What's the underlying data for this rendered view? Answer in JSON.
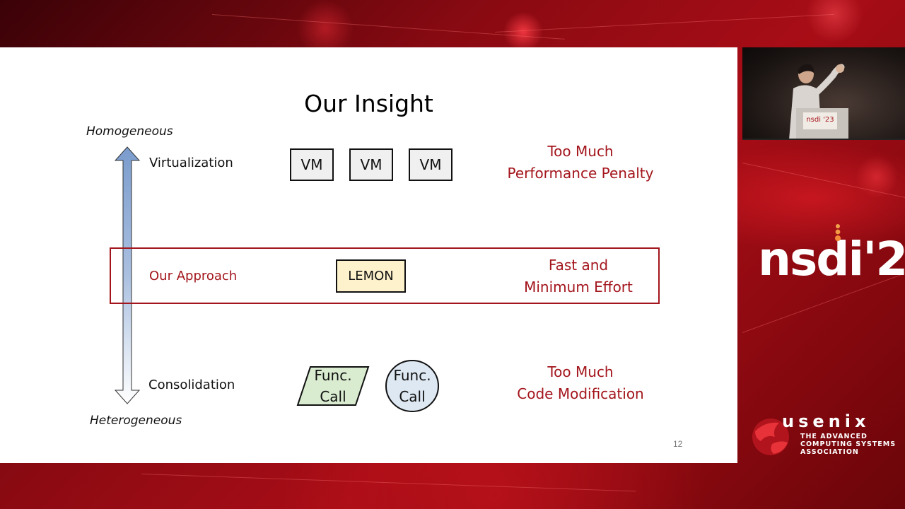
{
  "slide": {
    "title": "Our Insight",
    "axis_top": "Homogeneous",
    "axis_bottom": "Heterogeneous",
    "rows": {
      "virtualization": {
        "label": "Virtualization",
        "boxes": [
          "VM",
          "VM",
          "VM"
        ],
        "note_line1": "Too Much",
        "note_line2": "Performance Penalty"
      },
      "approach": {
        "label": "Our Approach",
        "box": "LEMON",
        "note_line1": "Fast and",
        "note_line2": "Minimum Effort"
      },
      "consolidation": {
        "label": "Consolidation",
        "parallelogram_line1": "Func.",
        "parallelogram_line2": "Call",
        "circle_line1": "Func.",
        "circle_line2": "Call",
        "note_line1": "Too Much",
        "note_line2": "Code Modification"
      }
    },
    "page_number": "12"
  },
  "branding": {
    "conference": "nsdi",
    "year": "'23",
    "podium_logo": "nsdi '23",
    "org": "usenix",
    "org_line1": "THE ADVANCED",
    "org_line2": "COMPUTING SYSTEMS",
    "org_line3": "ASSOCIATION"
  },
  "colors": {
    "accent_red": "#a3151c",
    "background_red": "#8a0a12",
    "vm_fill": "#f0f0f0",
    "lemon_fill": "#fdf2cc",
    "parallelogram_fill": "#d9ecd0",
    "circle_fill": "#dde8f3"
  }
}
